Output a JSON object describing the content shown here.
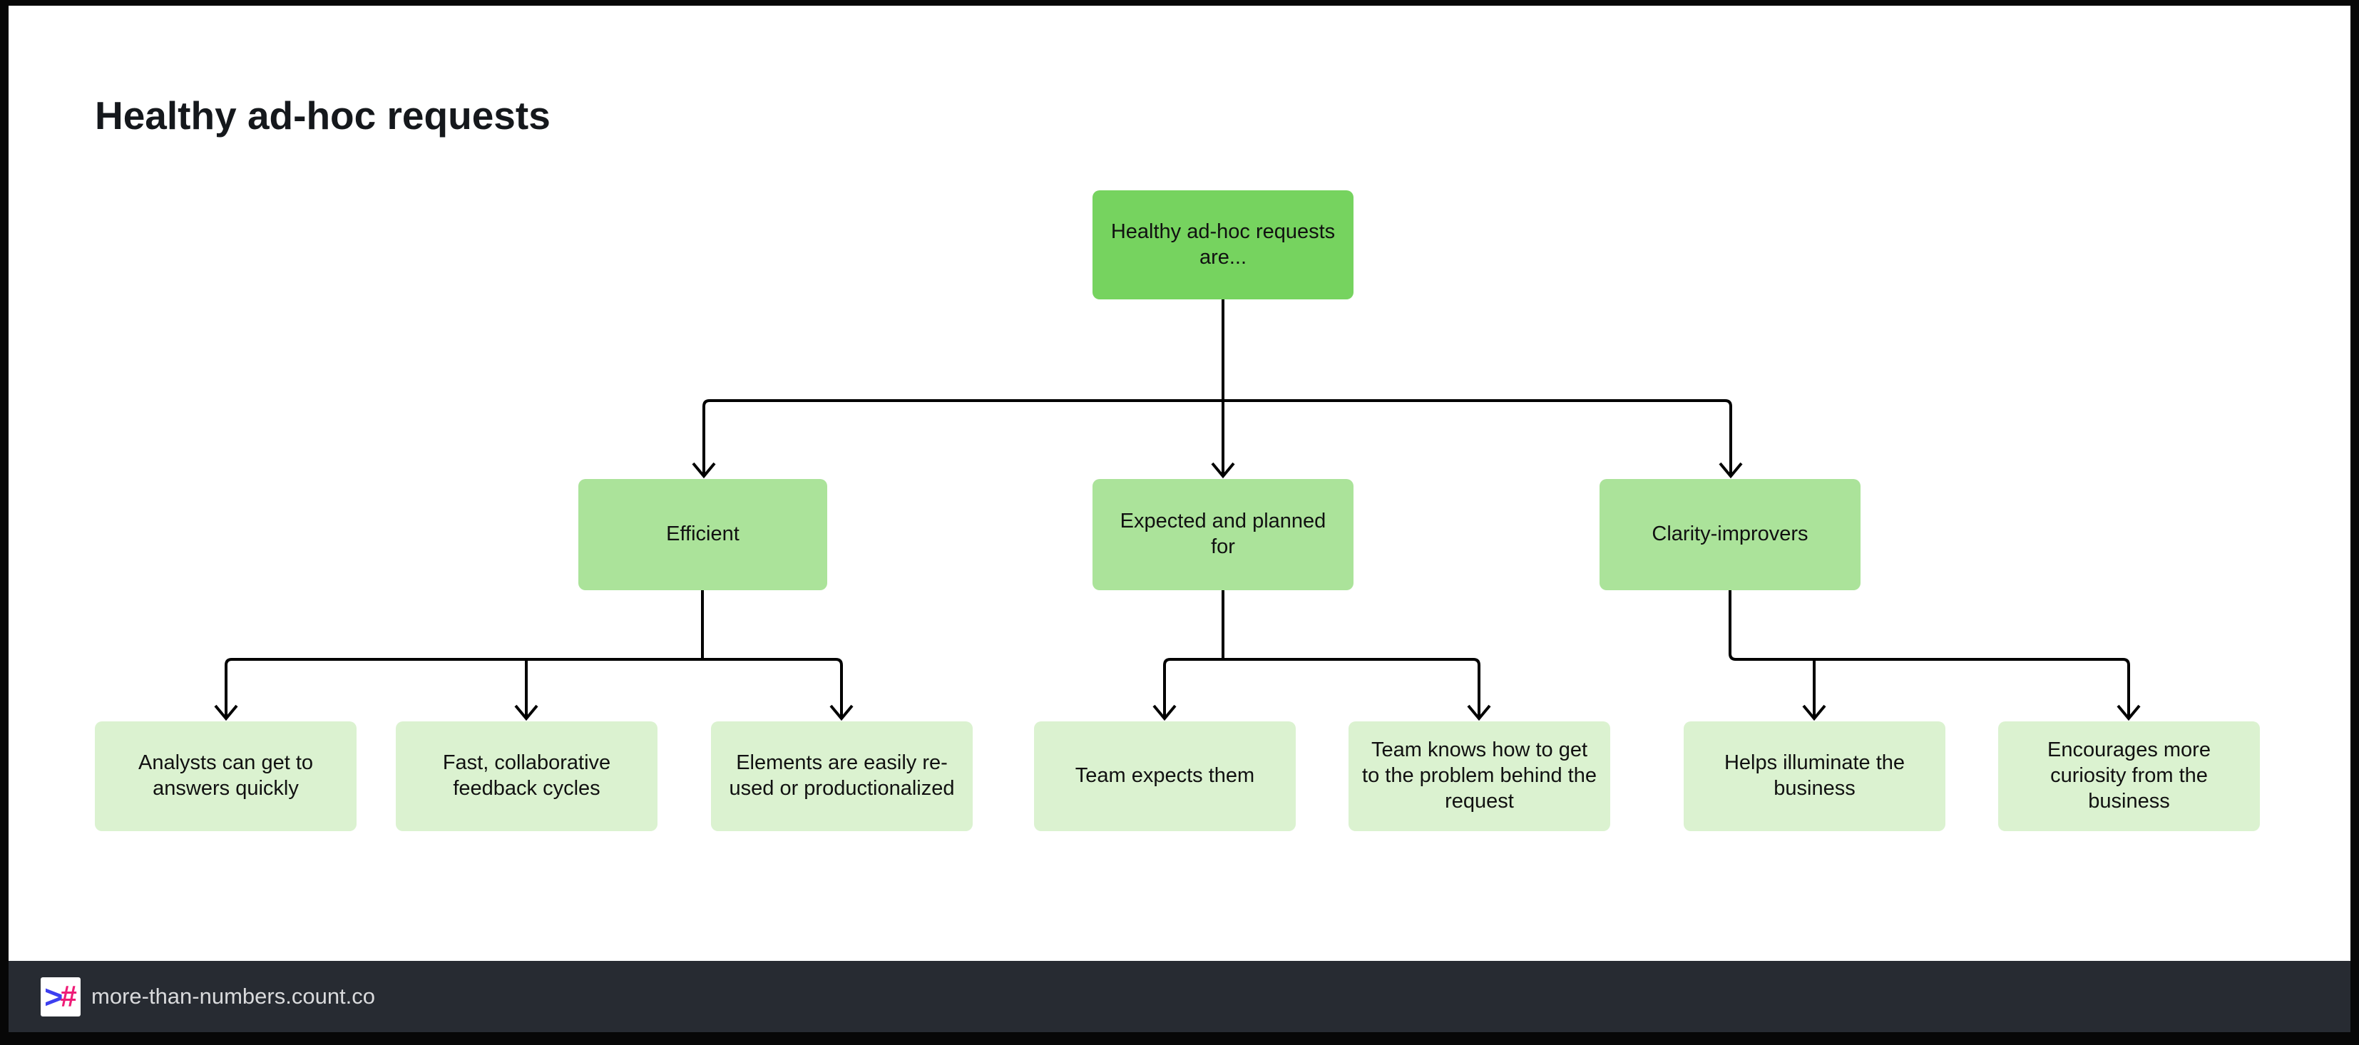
{
  "page": {
    "title": "Healthy ad-hoc requests"
  },
  "diagram": {
    "root": {
      "label": "Healthy ad-hoc requests are..."
    },
    "branches": [
      {
        "label": "Efficient",
        "children": [
          {
            "label": "Analysts can get to answers quickly"
          },
          {
            "label": "Fast, collaborative feedback cycles"
          },
          {
            "label": "Elements are easily re-used or productionalized"
          }
        ]
      },
      {
        "label": "Expected and planned for",
        "children": [
          {
            "label": "Team expects them"
          },
          {
            "label": "Team knows how to get to the problem behind the request"
          }
        ]
      },
      {
        "label": "Clarity-improvers",
        "children": [
          {
            "label": "Helps illuminate the business"
          },
          {
            "label": "Encourages more curiosity from the business"
          }
        ]
      }
    ]
  },
  "footer": {
    "url": "more-than-numbers.count.co",
    "logo_gt": ">",
    "logo_hash": "#"
  },
  "colors": {
    "root_green": "#76d35f",
    "branch_green": "#abe39a",
    "leaf_green": "#dbf2d0",
    "footer_bg": "#272b32",
    "logo_blue": "#3d3ff0",
    "logo_pink": "#ef1c77",
    "connector": "#000000"
  }
}
